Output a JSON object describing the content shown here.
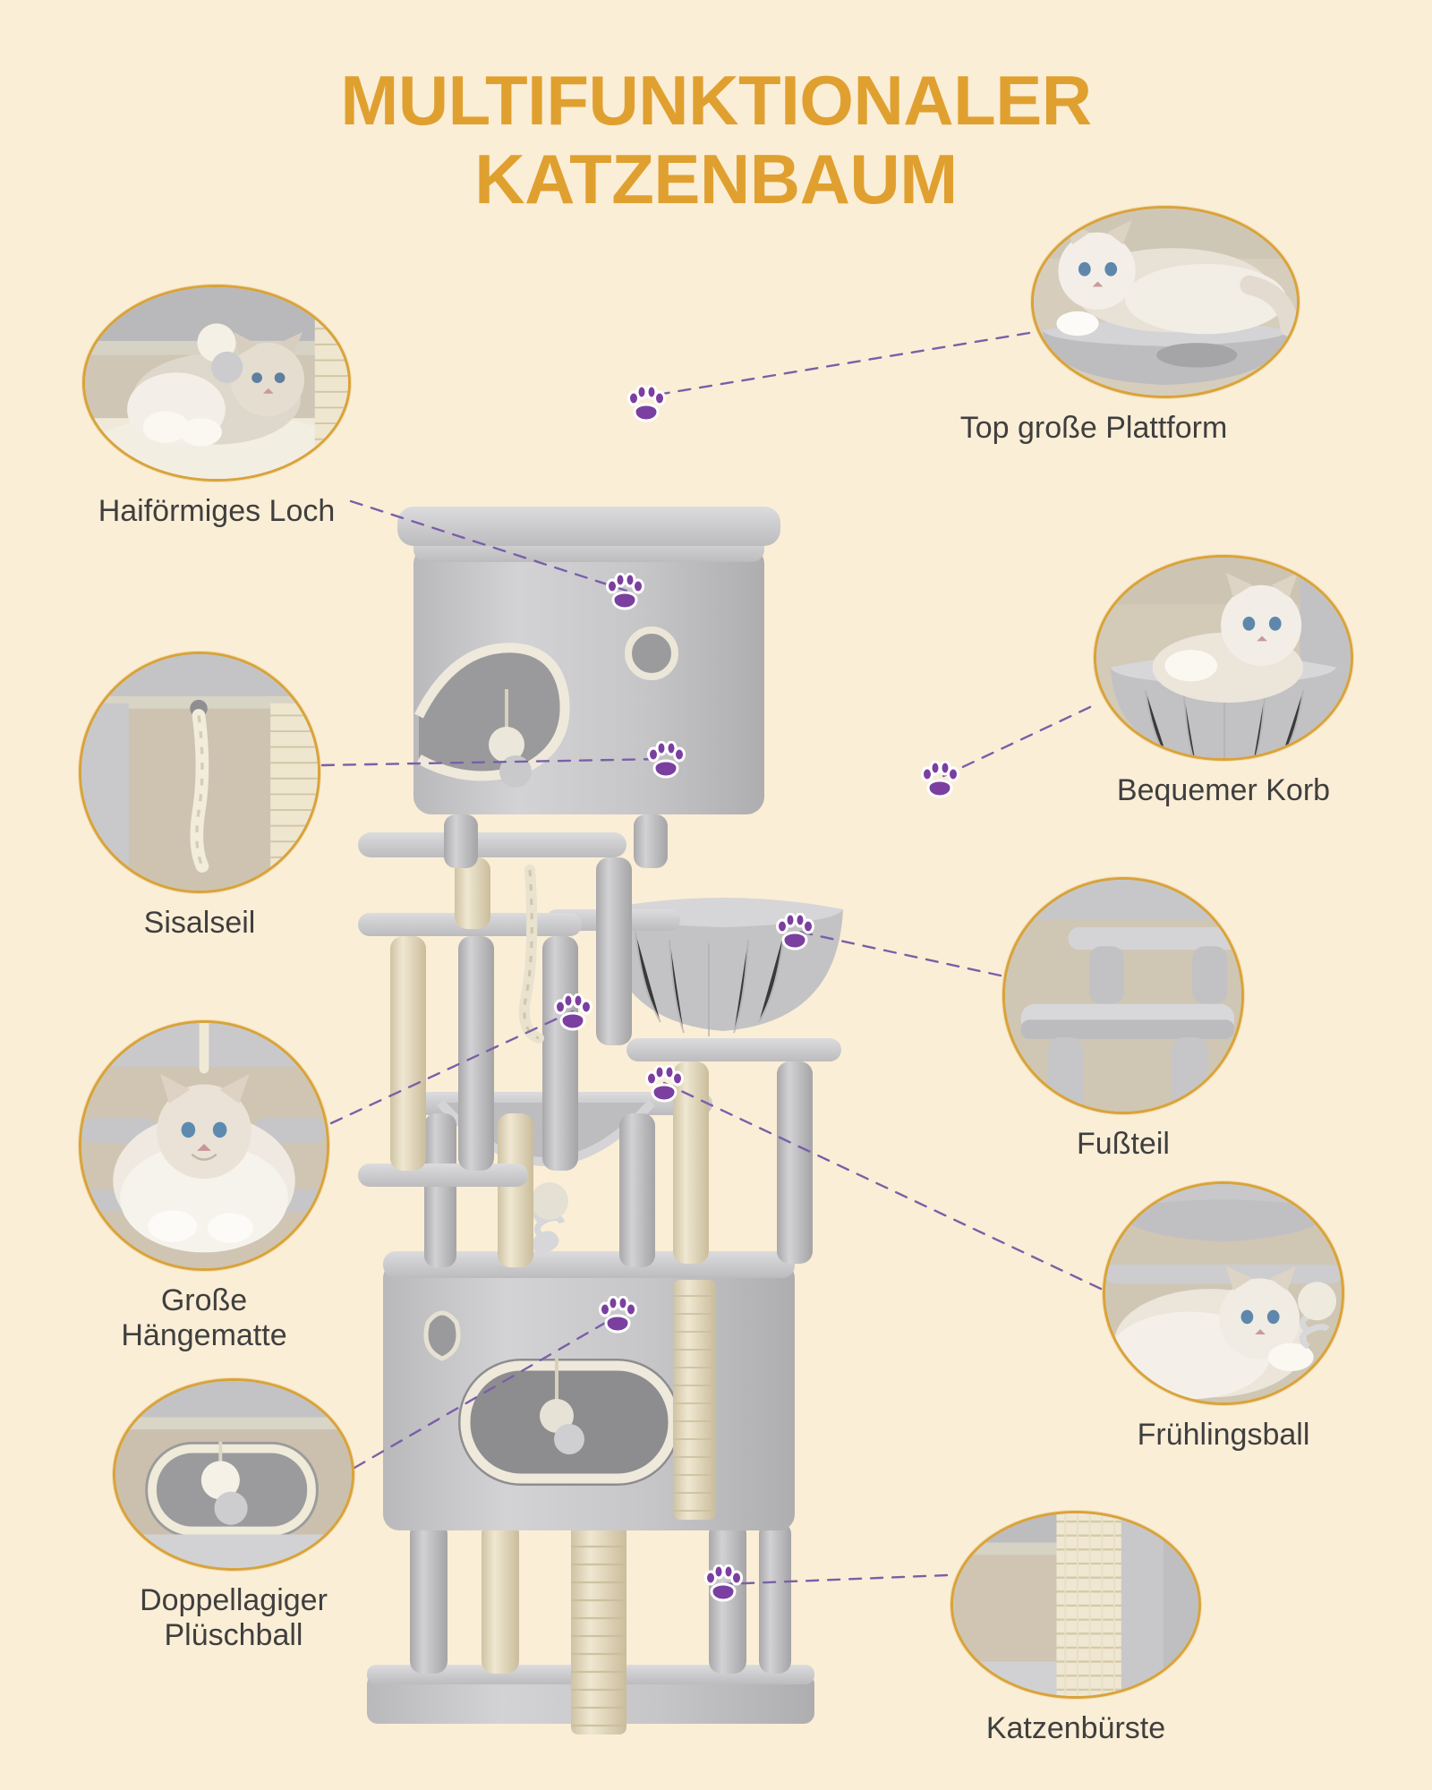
{
  "page": {
    "background_color": "#fbeed6",
    "title_color": "#e0a030",
    "label_color": "#3f3f3f",
    "bubble_border_color": "#d9a33a",
    "connector_color": "#7a5fa8",
    "paw_color": "#7b3fa0"
  },
  "header": {
    "title_line1": "MULTIFUNKTIONALER",
    "title_line2": "KATZENBAUM"
  },
  "features": [
    {
      "id": "shark",
      "label": "Haiförmiges Loch",
      "icon": "paw-marker-icon",
      "side": "left",
      "photo": "cat-in-shark-shaped-hole-photo"
    },
    {
      "id": "sisal",
      "label": "Sisalseil",
      "icon": "paw-marker-icon",
      "side": "left",
      "photo": "sisal-rope-closeup-photo"
    },
    {
      "id": "hammock",
      "label": "Große Hängematte",
      "icon": "paw-marker-icon",
      "side": "left",
      "photo": "cat-in-large-hammock-photo"
    },
    {
      "id": "plush",
      "label": "Doppellagiger\nPlüschball",
      "icon": "paw-marker-icon",
      "side": "left",
      "photo": "double-layer-plush-ball-photo"
    },
    {
      "id": "top",
      "label": "Top große Plattform",
      "icon": "paw-marker-icon",
      "side": "right",
      "photo": "cat-on-top-large-platform-photo"
    },
    {
      "id": "basket",
      "label": "Bequemer Korb",
      "icon": "paw-marker-icon",
      "side": "right",
      "photo": "cat-in-comfortable-basket-photo"
    },
    {
      "id": "foot",
      "label": "Fußteil",
      "icon": "paw-marker-icon",
      "side": "right",
      "photo": "footboard-platform-closeup-photo"
    },
    {
      "id": "spring",
      "label": "Frühlingsball",
      "icon": "paw-marker-icon",
      "side": "right",
      "photo": "cat-playing-with-spring-ball-photo"
    },
    {
      "id": "brush",
      "label": "Katzenbürste",
      "icon": "paw-marker-icon",
      "side": "right",
      "photo": "cat-brush-sisal-closeup-photo"
    }
  ],
  "product": {
    "name": "cat-tree-tower-photo",
    "description": "Grauer mehrstöckiger Katzenbaum mit Höhlen, Korb, Hängematte und Sisalstämmen"
  }
}
